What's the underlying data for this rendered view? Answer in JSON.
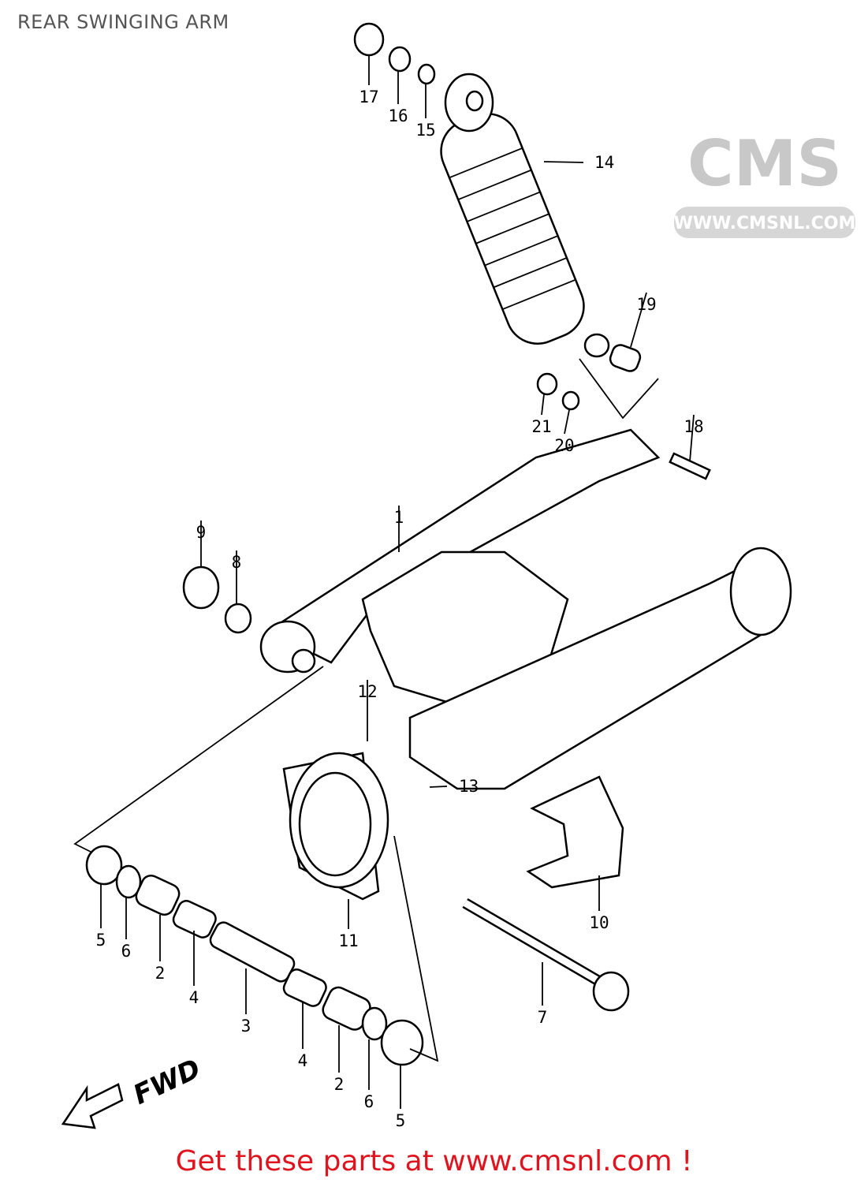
{
  "title": "REAR SWINGING ARM",
  "footer": "Get these parts at www.cmsnl.com !",
  "watermark": {
    "logo": "CMS",
    "url": "WWW.CMSNL.COM"
  },
  "direction_label": "FWD",
  "callouts": [
    "17",
    "16",
    "15",
    "14",
    "19",
    "21",
    "20",
    "18",
    "1",
    "9",
    "8",
    "12",
    "13",
    "10",
    "11",
    "5",
    "6",
    "2",
    "4",
    "3",
    "4",
    "2",
    "6",
    "5",
    "7"
  ],
  "colors": {
    "footer": "#e0141e",
    "title": "#555555",
    "watermark": "#e4e4e4"
  }
}
